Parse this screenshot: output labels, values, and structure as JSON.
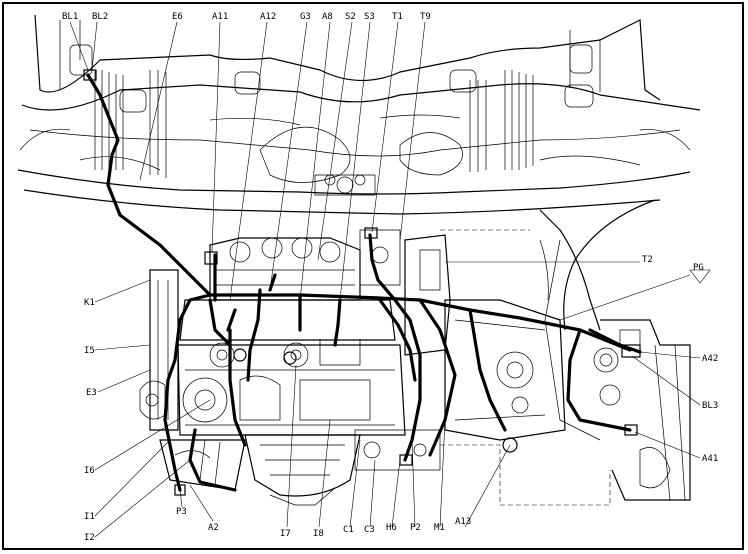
{
  "labels": {
    "BL1": "BL1",
    "BL2": "BL2",
    "E6": "E6",
    "A11": "A11",
    "A12": "A12",
    "G3": "G3",
    "A8": "A8",
    "S2": "S2",
    "S3": "S3",
    "T1": "T1",
    "T9": "T9",
    "K1": "K1",
    "I5": "I5",
    "E3": "E3",
    "I6": "I6",
    "I1": "I1",
    "I2": "I2",
    "P3": "P3",
    "A2": "A2",
    "I7": "I7",
    "I8": "I8",
    "C1": "C1",
    "C3": "C3",
    "H6": "H6",
    "P2": "P2",
    "M1": "M1",
    "A13": "A13",
    "T2": "T2",
    "PG": "PG",
    "A42": "A42",
    "BL3": "BL3",
    "A41": "A41"
  },
  "colors": {
    "line": "#000000",
    "background": "#ffffff"
  }
}
